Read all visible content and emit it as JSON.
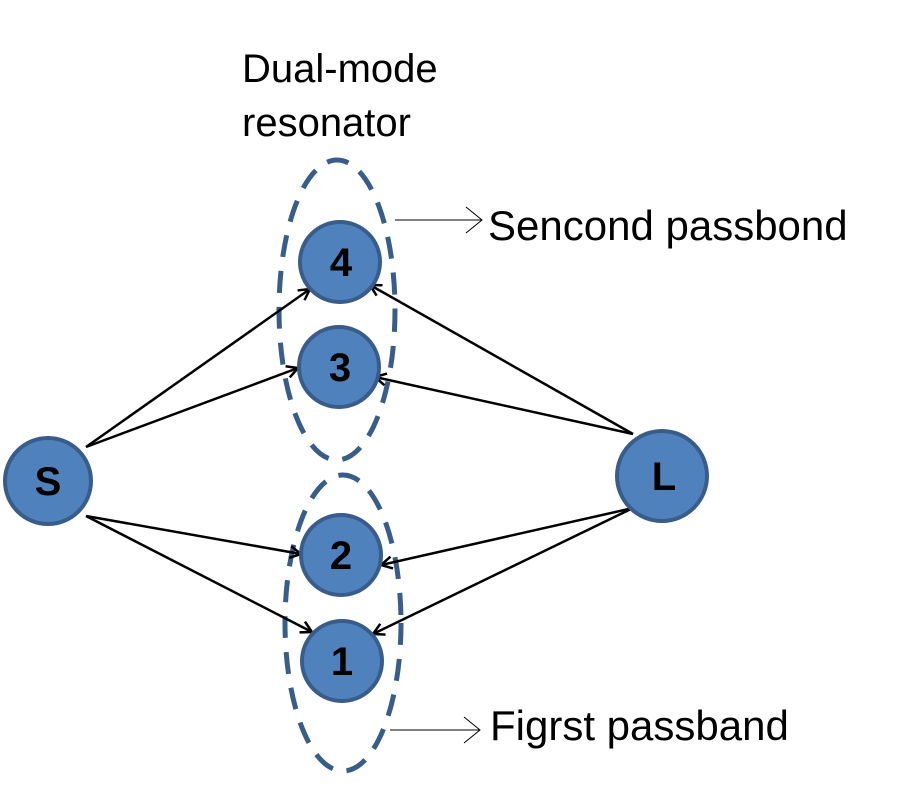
{
  "labels": {
    "resonator_line1": "Dual-mode",
    "resonator_line2": "resonator",
    "second_passband": "Sencond passbond",
    "first_passband": "Figrst passband"
  },
  "nodes": [
    {
      "id": "S",
      "label": "S"
    },
    {
      "id": "L",
      "label": "L"
    },
    {
      "id": "4",
      "label": "4"
    },
    {
      "id": "3",
      "label": "3"
    },
    {
      "id": "2",
      "label": "2"
    },
    {
      "id": "1",
      "label": "1"
    }
  ],
  "edges": [
    {
      "from": "S",
      "to": "4"
    },
    {
      "from": "S",
      "to": "3"
    },
    {
      "from": "S",
      "to": "2"
    },
    {
      "from": "S",
      "to": "1"
    },
    {
      "from": "L",
      "to": "4"
    },
    {
      "from": "L",
      "to": "3"
    },
    {
      "from": "L",
      "to": "2"
    },
    {
      "from": "L",
      "to": "1"
    }
  ],
  "groups": [
    {
      "name": "upper-dual-mode-resonator",
      "members": [
        "4",
        "3"
      ],
      "passband": "second"
    },
    {
      "name": "lower-dual-mode-resonator",
      "members": [
        "2",
        "1"
      ],
      "passband": "first"
    }
  ],
  "colors": {
    "node_fill": "#4f81bd",
    "node_stroke": "#385d8a",
    "resonator_dash": "#385d8a",
    "edge": "#000000"
  }
}
